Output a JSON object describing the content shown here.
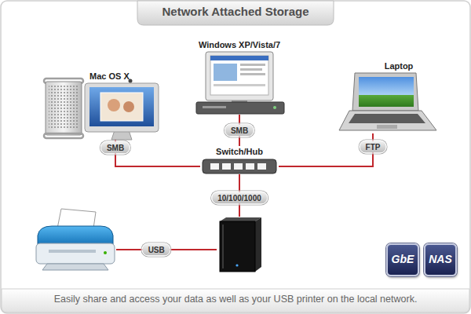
{
  "diagram": {
    "title": "Network Attached Storage",
    "caption": "Easily share and access your data as well as your USB printer on the local network.",
    "nodes": [
      {
        "text": [
          "Mac OS X"
        ]
      },
      {
        "text": [
          "Windows XP/Vista/7"
        ]
      },
      {
        "text": [
          "Laptop"
        ]
      },
      {
        "text": [
          "Switch/Hub"
        ]
      },
      {
        "text": []
      },
      {
        "text": []
      },
      {
        "text": [
          "GbE"
        ]
      },
      {
        "text": [
          "NAS"
        ]
      }
    ],
    "edges": [
      {
        "from": 0,
        "to": 3,
        "arrow": "none",
        "label": "SMB"
      },
      {
        "from": 1,
        "to": 3,
        "arrow": "none",
        "label": "SMB"
      },
      {
        "from": 2,
        "to": 3,
        "arrow": "none",
        "label": "FTP"
      },
      {
        "from": 3,
        "to": 5,
        "arrow": "none",
        "label": "10/100/1000"
      },
      {
        "from": 4,
        "to": 5,
        "arrow": "none",
        "label": "USB"
      }
    ]
  }
}
